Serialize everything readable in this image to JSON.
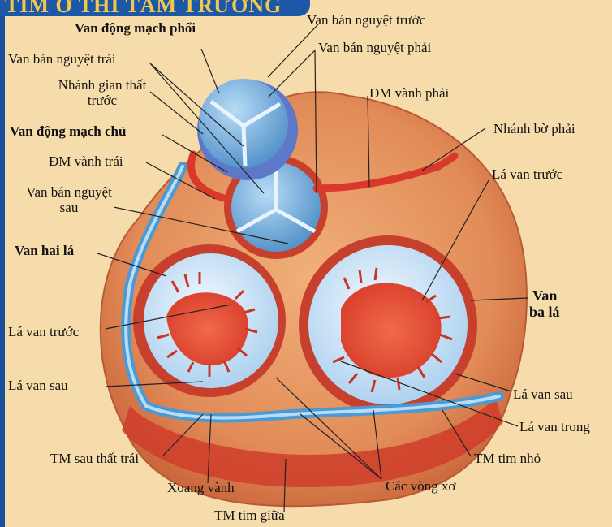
{
  "title": "TIM Ở THÌ TÂM TRƯƠNG",
  "labels": {
    "van_ban_nguyet_truoc": "Van bán nguyệt trước",
    "van_dong_mach_phoi": "Van động mạch phổi",
    "van_ban_nguyet_phai": "Van bán nguyệt phải",
    "van_ban_nguyet_trai": "Van bán nguyệt trái",
    "nhanh_gian_that_line1": "Nhánh gian thất",
    "nhanh_gian_that_line2": "trước",
    "dm_vanh_phai": "ĐM vành phải",
    "van_dong_mach_chu": "Van động mạch chủ",
    "nhanh_bo_phai": "Nhánh bờ phải",
    "dm_vanh_trai": "ĐM vành trái",
    "la_van_truoc_right": "Lá van trước",
    "van_ban_nguyet_sau_line1": "Van bán nguyệt",
    "van_ban_nguyet_sau_line2": "sau",
    "van_hai_la": "Van hai lá",
    "van_ba_la_line1": "Van",
    "van_ba_la_line2": "ba lá",
    "la_van_truoc_left": "Lá van trước",
    "la_van_sau_left": "Lá van sau",
    "la_van_sau_right": "Lá van sau",
    "la_van_trong": "Lá van trong",
    "tm_sau_that_trai": "TM sau thất trái",
    "tm_tim_nho": "TM tim nhỏ",
    "xoang_vanh": "Xoang vành",
    "cac_vong_xo": "Các vòng xơ",
    "tm_tim_giua": "TM tim giữa"
  },
  "colors": {
    "title_band": "#1d58a8",
    "title_text": "#f3c74a",
    "background": "#f6dcaa",
    "muscle": "#e08a5a",
    "fibrous_ring": "#d2452f",
    "artery": "#d8392a",
    "vein": "#4a9ad6",
    "valve_blue": "#6fb2e0",
    "valve_cusp": "#dcefff"
  }
}
